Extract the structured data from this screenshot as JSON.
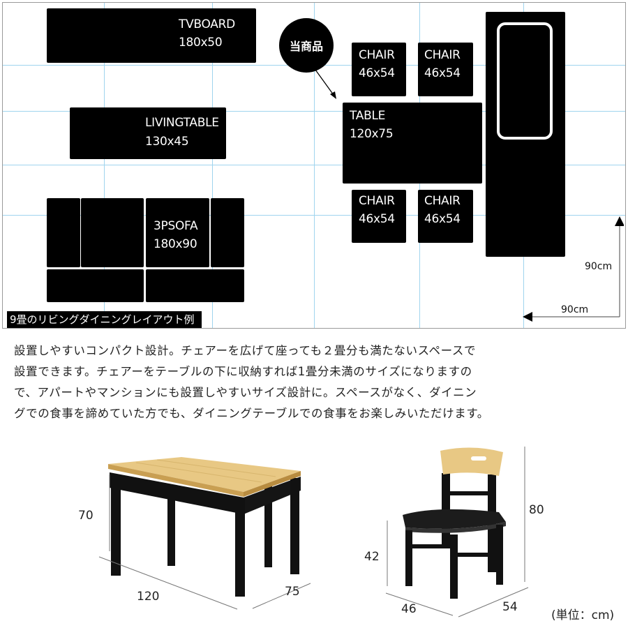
{
  "plan": {
    "badge": "当商品",
    "caption": "9畳のリビングダイニングレイアウト例",
    "tvboard": {
      "name": "TVBOARD",
      "size": "180x50"
    },
    "livingtable": {
      "name": "LIVINGTABLE",
      "size": "130x45"
    },
    "sofa": {
      "name": "3PSOFA",
      "size": "180x90"
    },
    "table": {
      "name": "TABLE",
      "size": "120x75"
    },
    "chair_tl": {
      "name": "CHAIR",
      "size": "46x54"
    },
    "chair_tr": {
      "name": "CHAIR",
      "size": "46x54"
    },
    "chair_bl": {
      "name": "CHAIR",
      "size": "46x54"
    },
    "chair_br": {
      "name": "CHAIR",
      "size": "46x54"
    },
    "dim_vertical": "90cm",
    "dim_horizontal": "90cm"
  },
  "description": {
    "line1": "設置しやすいコンパクト設計。チェアーを広げて座っても２畳分も満たないスペースで",
    "line2": "設置できます。チェアーをテーブルの下に収納すれば1畳分未満のサイズになりますの",
    "line3": "で、アパートやマンションにも設置しやすいサイズ設計に。スペースがなく、ダイニン",
    "line4": "グでの食事を諦めていた方でも、ダイニングテーブルでの食事をお楽しみいただけます。"
  },
  "product_table": {
    "height": "70",
    "width": "120",
    "depth": "75"
  },
  "product_chair": {
    "seat_height": "42",
    "height": "80",
    "width": "46",
    "depth": "54"
  },
  "unit_note": "(単位：cm)",
  "colors": {
    "grid": "#9fd4ee",
    "wood": "#e8c884",
    "frame": "#111111",
    "seat": "#1c1c1c"
  }
}
